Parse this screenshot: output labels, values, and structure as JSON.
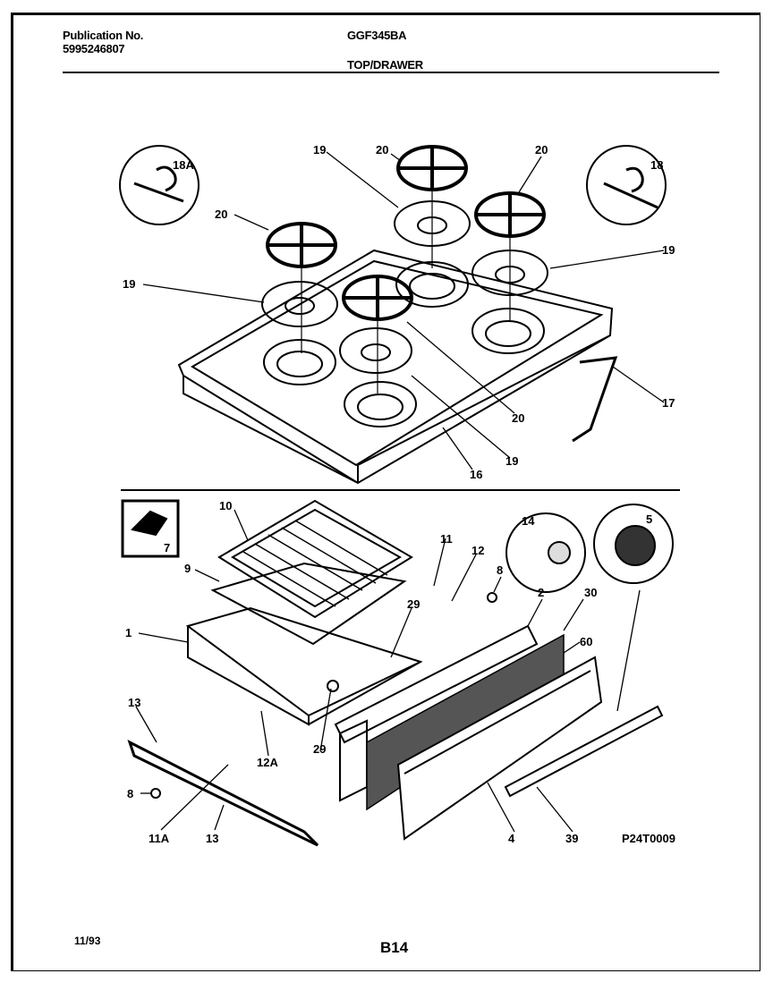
{
  "header": {
    "publication_label": "Publication No.",
    "publication_number": "5995246807",
    "model": "GGF345BA",
    "section": "TOP/DRAWER"
  },
  "footer": {
    "date": "11/93",
    "page": "B14"
  },
  "diagram": {
    "figure_code": "P24T0009",
    "callouts": [
      "18A",
      "19",
      "20",
      "20",
      "18",
      "20",
      "19",
      "19",
      "20",
      "17",
      "19",
      "16",
      "10",
      "7",
      "14",
      "5",
      "11",
      "12",
      "8",
      "9",
      "2",
      "30",
      "29",
      "60",
      "1",
      "13",
      "12A",
      "29",
      "8",
      "11A",
      "13",
      "4",
      "39"
    ]
  }
}
